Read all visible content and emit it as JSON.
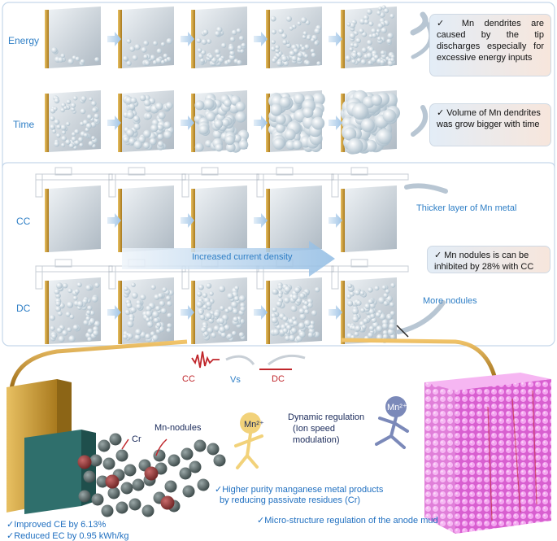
{
  "rows": {
    "energy": "Energy",
    "time": "Time",
    "cc": "CC",
    "dc": "DC"
  },
  "callouts": {
    "energy": "✓ Mn dendrites are caused by the tip discharges especially for excessive energy inputs",
    "time": "✓ Volume of Mn dendrites was grow bigger with time",
    "cc": "✓ Mn nodules is can be inhibited by 28% with CC"
  },
  "annotations": {
    "thicker": "Thicker layer of Mn metal",
    "increased": "Increased current density",
    "more_nodules": "More nodules"
  },
  "legend": {
    "cc": "CC",
    "vs": "Vs",
    "dc": "DC"
  },
  "bottom": {
    "mn_nodules": "Mn-nodules",
    "cr": "Cr",
    "mn_ion": "Mn²⁺",
    "mn_ion_2": "Mn²⁺",
    "dynamic": "Dynamic regulation",
    "ion_speed": "(Ion speed",
    "modulation": "modulation)",
    "purity_1": "✓Higher purity manganese metal products",
    "purity_2": "by reducing passivate residues (Cr)",
    "ce": "✓Improved CE by 6.13%",
    "ec": "✓Reduced EC by 0.95 kWh/kg",
    "micro": "✓Micro-structure regulation of the anode mud"
  },
  "colors": {
    "label_blue": "#2f7fc6",
    "gold": "#c9a03a",
    "plate": "#c9d3dc",
    "sphere": "#dbe6ee",
    "nodule": "#5d6b6b",
    "cr": "#8e3b3b",
    "mud": "#e67be0",
    "accent_red": "#c0262b"
  },
  "icons": [
    "arrow-right-icon",
    "curved-arrow-icon",
    "caliper-icon",
    "runner-icon",
    "cc-waveform-icon",
    "dc-line-icon"
  ]
}
